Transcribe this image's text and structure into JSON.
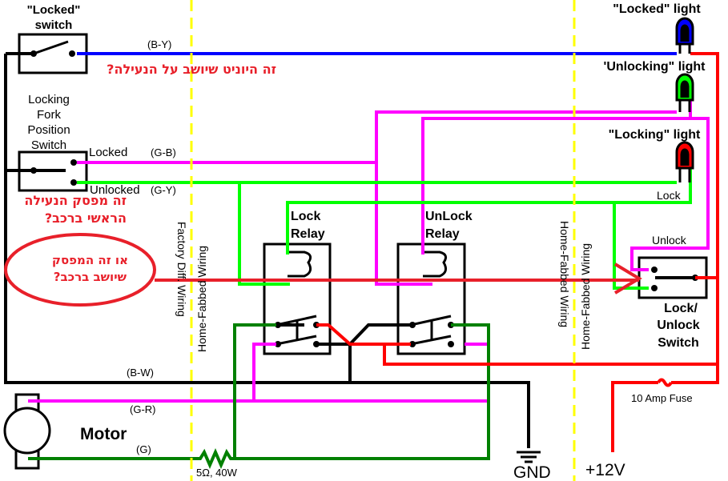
{
  "labels": {
    "locked_switch": [
      "\"Locked\"",
      "switch"
    ],
    "fork_switch": [
      "Locking",
      "Fork",
      "Position",
      "Switch"
    ],
    "locked": "Locked",
    "unlocked": "Unlocked",
    "by": "(B-Y)",
    "gb": "(G-B)",
    "gy": "(G-Y)",
    "bw": "(B-W)",
    "gr": "(G-R)",
    "g": "(G)",
    "motor": "Motor",
    "resistor": "5Ω, 40W",
    "lock_relay": [
      "Lock",
      "Relay"
    ],
    "unlock_relay": [
      "UnLock",
      "Relay"
    ],
    "factory_wiring": "Factory Diff. Wiring",
    "home_wiring": "Home-Fabbed Wiring",
    "locked_light": "\"Locked\" light",
    "unlocking_light": "'Unlocking\" light",
    "locking_light": "\"Locking\" light",
    "lock": "Lock",
    "unlock": "Unlock",
    "lu_switch": [
      "Lock/",
      "Unlock",
      "Switch"
    ],
    "fuse": "10 Amp Fuse",
    "gnd": "GND",
    "v12": "+12V"
  },
  "annotations": {
    "q1": "זה היוניט שיושב על הנעילה?",
    "q2": [
      "זה מפסק הנעילה",
      "הראשי ברכב?"
    ],
    "q3": [
      "או זה המפסק",
      "שיושב ברכב?"
    ]
  },
  "colors": {
    "blue": "#0000ff",
    "magenta": "#ff00ff",
    "green": "#00ff00",
    "dkgreen": "#008000",
    "red": "#ff0000",
    "yellow": "#ffff00"
  }
}
